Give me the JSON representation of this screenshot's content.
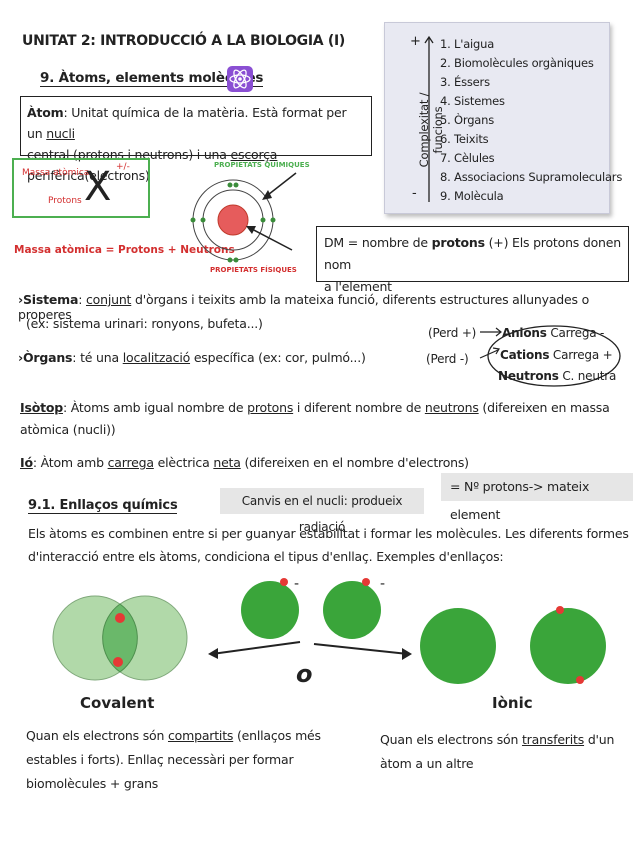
{
  "title": "UNITAT 2: INTRODUCCIÓ A LA BIOLOGIA (I)",
  "section9": {
    "title": "9. Àtoms, elements molècules",
    "atom_def": {
      "term": "Àtom",
      "text_a": ": Unitat química de la matèria. Està format per un ",
      "u1": "nucli",
      "text_b": "central (protons i neutrons) i una ",
      "u2": "escorça",
      "text_c": " perifèrica(electrons)"
    },
    "mass_box": {
      "mass_label": "Massa atòmica",
      "protons_label": "Protons",
      "symbol": "X",
      "charge": "+/-"
    },
    "chem_props": "PROPIETATS QUÍMIQUES",
    "phys_props": "PROPIETATS FÍSIQUES",
    "mass_eq": "Massa atòmica = Protons + Neutrons",
    "dm": {
      "text_a": "DM = nombre de ",
      "bold": "protons",
      "text_b": " (+) Els protons donen nom",
      "text_c": "a l'element"
    },
    "complexity": {
      "label": "Complexitat / funcions",
      "plus": "+",
      "minus": "-",
      "items": [
        "1. L'aigua",
        "2. Biomolècules orgàniques",
        "3. Éssers",
        "4. Sistemes",
        "5. Òrgans",
        "6. Teixits",
        "7. Cèlules",
        "8. Associacions Supramoleculars",
        "9. Molècula"
      ]
    },
    "sistema": {
      "term": "Sistema",
      "text_a": ": ",
      "u": "conjunt",
      "text_b": " d'òrgans i teixits amb la mateixa funció, diferents estructures allunyades o properes",
      "line2": "(ex: sistema urinari: ronyons, bufeta...)"
    },
    "organs": {
      "term": "Òrgans",
      "text_a": ": té una ",
      "u": "localització",
      "text_b": " específica (ex: cor, pulmó...)"
    },
    "ions": {
      "perd_plus": "(Perd +)",
      "perd_minus": "(Perd -)",
      "anions": "Anions",
      "anions_charge": "Carrega -",
      "cations": "Cations",
      "cations_charge": "Carrega +",
      "neutrons": "Neutrons",
      "neutrons_charge": "C. neutra"
    },
    "isotop": {
      "term": "Isòtop",
      "text_a": ": Àtoms amb igual nombre de ",
      "u1": "protons",
      "text_b": " i diferent nombre de ",
      "u2": "neutrons",
      "text_c": " (difereixen en massa",
      "line2": "atòmica (nucli))"
    },
    "io": {
      "term": "Ió",
      "text_a": ": Àtom amb ",
      "u1": "carrega",
      "text_b": " elèctrica ",
      "u2": "neta",
      "text_c": " (difereixen en el nombre d'electrons)"
    },
    "same_protons": "= Nº protons-> mateix element",
    "nucleus_changes": "Canvis en el nucli: produeix radiació"
  },
  "section91": {
    "title": "9.1. Enllaços químics",
    "intro1": "Els àtoms es combinen entre si per guanyar estabilitat i formar les molècules. Les diferents formes",
    "intro2": "d'interacció entre els àtoms, condiciona el tipus d'enllaç. Exemples d'enllaços:",
    "minus1": "-",
    "minus2": "-",
    "o": "o",
    "covalent": "Covalent",
    "ionic": "Iònic",
    "cov_text": {
      "a": "Quan els electrons són ",
      "u": "compartits",
      "b": " (enllaços més",
      "c": "estables i forts). Enllaç necessàri per formar",
      "d": "biomolècules + grans"
    },
    "ion_text": {
      "a": "Quan els electrons són ",
      "u": "transferits",
      "b": " d'un",
      "c": "àtom a un altre"
    }
  }
}
